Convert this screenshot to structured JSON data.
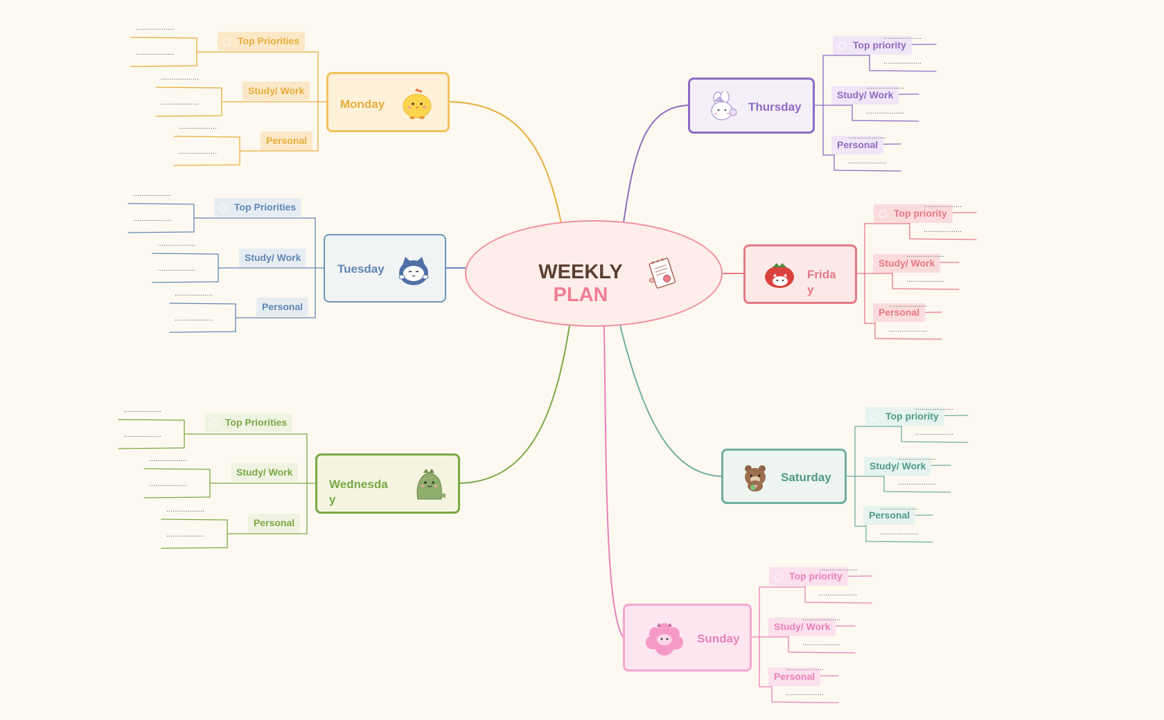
{
  "center": {
    "line1": "WEEKLY",
    "line2": "PLAN",
    "icon": "notepad-icon"
  },
  "placeholder": "..................",
  "days": [
    {
      "key": "monday",
      "name": "Monday",
      "icon": "chick-icon",
      "color": "#e6ad3c",
      "fill": "#fdf1d9",
      "chip": "#fbe8c6",
      "cats": [
        "Top Priorities",
        "Study/ Work",
        "Personal"
      ]
    },
    {
      "key": "tuesday",
      "name": "Tuesday",
      "icon": "blue-cat-icon",
      "color": "#5f86b4",
      "fill": "#f1f4f4",
      "chip": "#e6edf2",
      "cats": [
        "Top Priorities",
        "Study/ Work",
        "Personal"
      ]
    },
    {
      "key": "wednesday",
      "name": "Wednesday",
      "icon": "dinosaur-icon",
      "color": "#79a844",
      "fill": "#f4f4e0",
      "chip": "#f0f3e2",
      "cats": [
        "Top Priorities",
        "Study/ Work",
        "Personal"
      ]
    },
    {
      "key": "thursday",
      "name": "Thursday",
      "icon": "bunny-icon",
      "color": "#8e6ac2",
      "fill": "#f4eff8",
      "chip": "#f1e6f7",
      "cats": [
        "Top priority",
        "Study/ Work",
        "Personal"
      ]
    },
    {
      "key": "friday",
      "name": "Friday",
      "icon": "tomato-cat-icon",
      "color": "#e57886",
      "fill": "#fbe9e7",
      "chip": "#fbdcdc",
      "cats": [
        "Top priority",
        "Study/ Work",
        "Personal"
      ]
    },
    {
      "key": "saturday",
      "name": "Saturday",
      "icon": "bear-icon",
      "color": "#6fae9f",
      "fill": "#eef4ef",
      "chip": "#e6f3ee",
      "cats": [
        "Top priority",
        "Study/ Work",
        "Personal"
      ]
    },
    {
      "key": "sunday",
      "name": "Sunday",
      "icon": "pink-sheep-icon",
      "color": "#ea80b8",
      "fill": "#fde6f0",
      "chip": "#fbe0ee",
      "cats": [
        "Top priority",
        "Study/ Work",
        "Personal"
      ]
    }
  ]
}
